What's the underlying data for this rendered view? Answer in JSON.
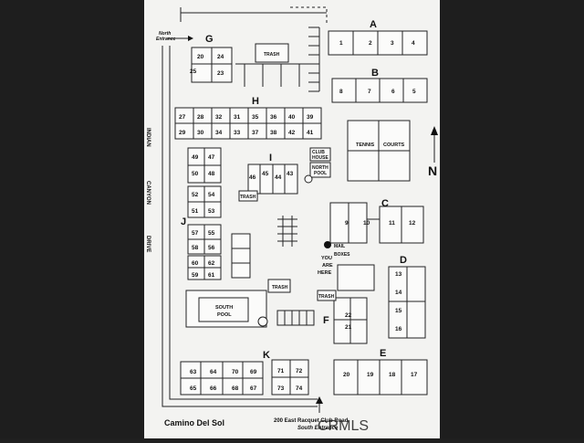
{
  "map": {
    "road_name": "Camino Del Sol",
    "address": "200 East Racquet Club Road",
    "south_entrance": "South Entrance",
    "north_entrance_line1": "North",
    "north_entrance_line2": "Entrance",
    "side_road": [
      "INDIAN",
      "CANYON",
      "DRIVE"
    ],
    "north_letter": "N",
    "watermark": "CRMLS",
    "you_are_here": [
      "YOU",
      "ARE",
      "HERE"
    ],
    "mail_boxes": [
      "MAIL",
      "BOXES"
    ],
    "club_house": [
      "CLUB",
      "HOUSE"
    ],
    "north_pool": [
      "NORTH",
      "POOL"
    ],
    "south_pool": [
      "SOUTH",
      "POOL"
    ],
    "tennis_courts": [
      "TENNIS",
      "COURTS"
    ],
    "trash_label": "TRASH"
  },
  "buildings": {
    "A": [
      "1",
      "2",
      "3",
      "4"
    ],
    "B": [
      "8",
      "7",
      "6",
      "5"
    ],
    "C": [
      "9",
      "10",
      "11",
      "12"
    ],
    "D": [
      "13",
      "14",
      "15",
      "16"
    ],
    "E": [
      "20",
      "19",
      "18",
      "17"
    ],
    "F": [
      "22",
      "21"
    ],
    "G": [
      "20",
      "24",
      "25",
      "23"
    ],
    "H": [
      "27",
      "28",
      "32",
      "31",
      "35",
      "36",
      "40",
      "39",
      "29",
      "30",
      "34",
      "33",
      "37",
      "38",
      "42",
      "41"
    ],
    "I": [
      "46",
      "45",
      "44",
      "43"
    ],
    "J_upper": [
      "49",
      "47",
      "50",
      "48",
      "52",
      "54",
      "51",
      "53"
    ],
    "J_lower": [
      "57",
      "55",
      "58",
      "56",
      "60",
      "62",
      "59",
      "61"
    ],
    "K_left": [
      "63",
      "64",
      "70",
      "69",
      "65",
      "66",
      "68",
      "67"
    ],
    "K_right": [
      "71",
      "72",
      "73",
      "74"
    ]
  },
  "building_letters": [
    "A",
    "B",
    "C",
    "D",
    "E",
    "F",
    "G",
    "H",
    "I",
    "J",
    "K"
  ],
  "colors": {
    "paper": "#f3f3f1",
    "ink": "#111111",
    "frame": "#1e1e1e"
  }
}
